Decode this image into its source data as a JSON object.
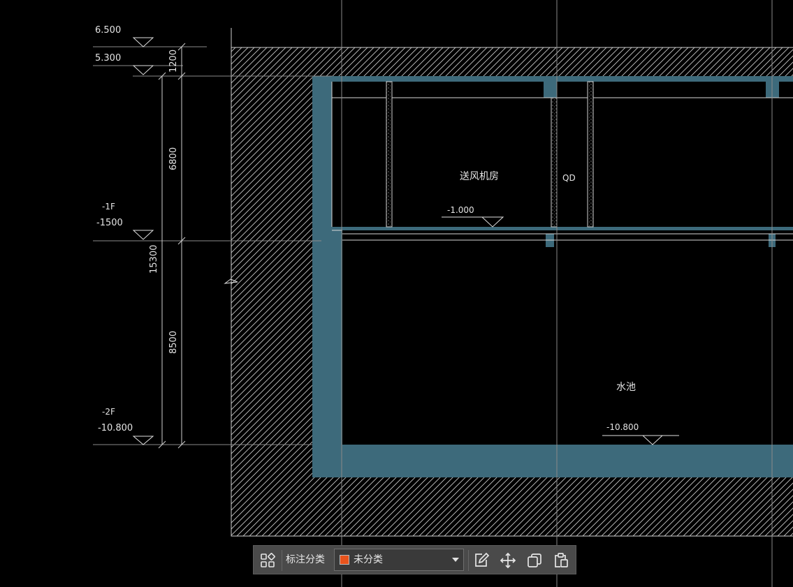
{
  "drawing": {
    "levels": [
      {
        "value": "6.500",
        "floor": ""
      },
      {
        "value": "5.300",
        "floor": ""
      },
      {
        "value": "-1500",
        "floor": "-1F"
      },
      {
        "value": "-10.800",
        "floor": "-2F"
      }
    ],
    "dimensions": [
      "1200",
      "6800",
      "15300",
      "8500"
    ],
    "rooms": {
      "fan_room": "送风机房",
      "shaft": "QD",
      "pool": "水池"
    },
    "floor_levels": {
      "upper": "-1.000",
      "lower": "-10.800"
    },
    "colors": {
      "background": "#000000",
      "concrete": "#3d6a7b",
      "linework": "#d9d9d9",
      "gridline": "#8a8a8a"
    }
  },
  "toolbar": {
    "group_icon": "grid-cluster-icon",
    "category_label": "标注分类",
    "category_value": "未分类",
    "category_color": "#e8531c",
    "edit_icon": "edit-icon",
    "move_icon": "move-arrows-icon",
    "copy_icon": "copy-icon",
    "paste_icon": "paste-icon"
  }
}
